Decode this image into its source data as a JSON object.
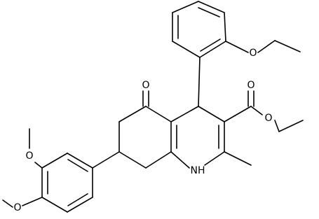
{
  "atoms": {
    "ring_ketone_o": "O",
    "ring_nh": "NH",
    "ester_carbonyl_o": "O",
    "ester_alkoxy_o": "O",
    "ethoxy_o": "O",
    "methoxy_o_upper": "O",
    "methoxy_o_lower": "O"
  },
  "colors": {
    "bond": "#000000",
    "text": "#000000",
    "background": "#ffffff"
  }
}
